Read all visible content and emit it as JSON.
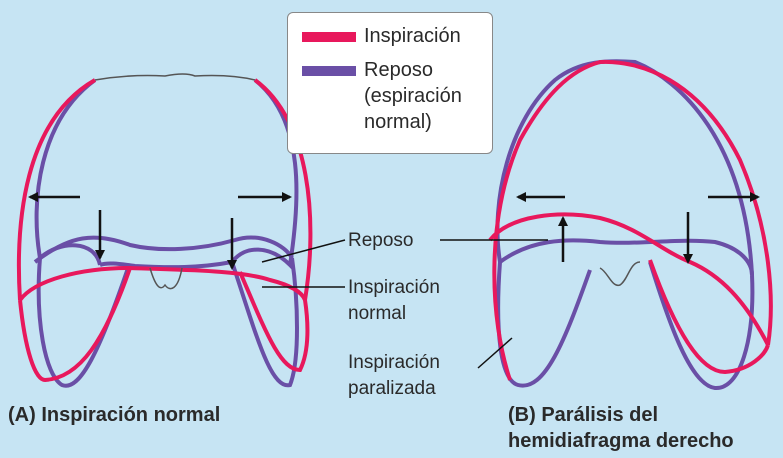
{
  "legend": {
    "inspiration_label": "Inspiración",
    "rest_label_1": "Reposo",
    "rest_label_2": "(espiración",
    "rest_label_3": "normal)"
  },
  "labels": {
    "reposo": "Reposo",
    "insp_normal_1": "Inspiración",
    "insp_normal_2": "normal",
    "insp_paralizada_1": "Inspiración",
    "insp_paralizada_2": "paralizada"
  },
  "captions": {
    "a": "(A) Inspiración normal",
    "b_1": "(B) Parálisis del",
    "b_2": "hemidiafragma derecho"
  },
  "colors": {
    "inspiration": "#e8185c",
    "rest": "#6a4fa6",
    "background": "#c6e4f3"
  }
}
